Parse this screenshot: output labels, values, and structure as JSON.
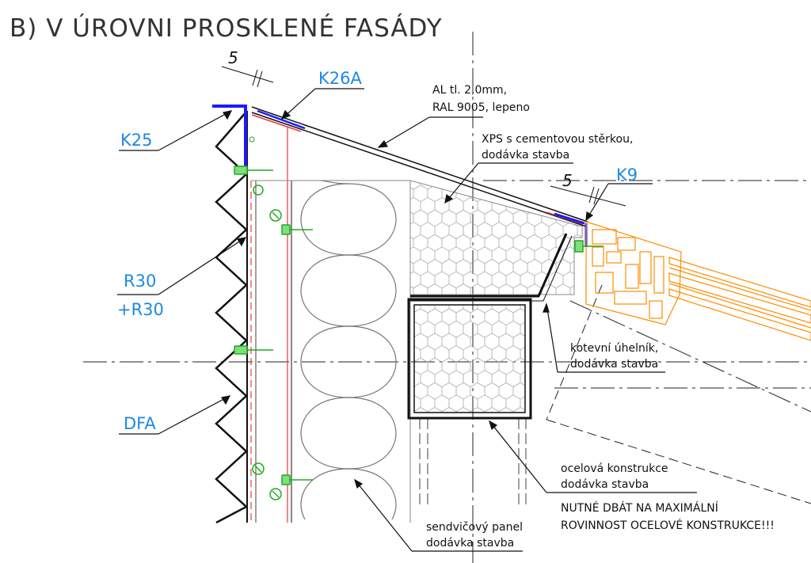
{
  "title": "B) V ÚROVNI PROSKLENÉ FASÁDY",
  "colors": {
    "label_blue": "#1e88e5",
    "line_black": "#111111",
    "profile_blue": "#1a1aff",
    "red_line": "#e53935",
    "orange_profile": "#ff8c00",
    "green_anchor": "#33cc33",
    "hatch_gray": "#9a9a9a"
  },
  "dimensions": {
    "top_dim": "5",
    "right_dim": "5"
  },
  "element_labels": {
    "k25": "K25",
    "k26a": "K26A",
    "k9": "K9",
    "r30_line1": "R30",
    "r30_line2": "+R30",
    "dfa": "DFA"
  },
  "notes": {
    "al_line1": "AL tl. 2,0mm,",
    "al_line2": "RAL 9005, lepeno",
    "xps_line1": "XPS s cementovou stěrkou,",
    "xps_line2": "dodávka stavba",
    "kotevni_line1": "kotevní úhelník,",
    "kotevni_line2": "dodávka stavba",
    "ocel_line1": "ocelová konstrukce",
    "ocel_line2": "dodávka stavba",
    "warning_line1": "NUTNÉ DBÁT NA MAXIMÁLNÍ",
    "warning_line2": "ROVINNOST OCELOVÉ KONSTRUKCE!!!",
    "panel_line1": "sendvičový panel",
    "panel_line2": "dodávka stavba"
  }
}
